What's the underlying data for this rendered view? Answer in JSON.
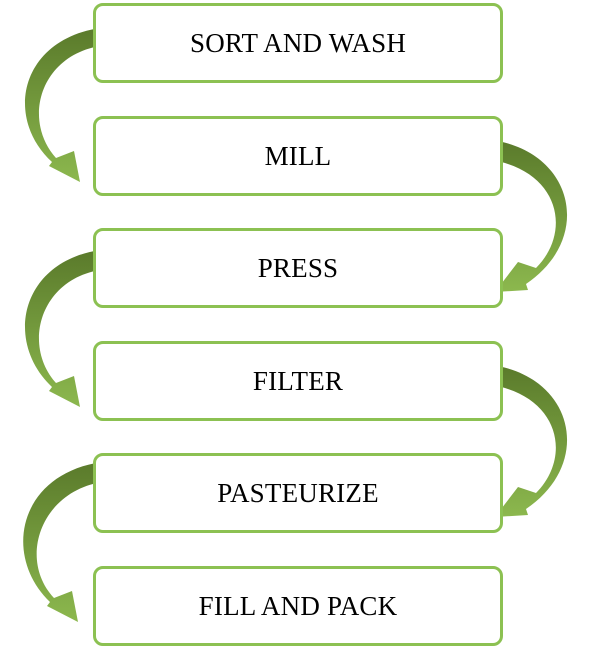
{
  "diagram": {
    "steps": [
      {
        "label": "SORT AND WASH"
      },
      {
        "label": "MILL"
      },
      {
        "label": "PRESS"
      },
      {
        "label": "FILTER"
      },
      {
        "label": "PASTEURIZE"
      },
      {
        "label": "FILL AND PACK"
      }
    ],
    "colors": {
      "box_border": "#8cc152",
      "arrow_dark": "#5a7a2b",
      "arrow_light": "#8cb84e",
      "text": "#000000"
    }
  }
}
